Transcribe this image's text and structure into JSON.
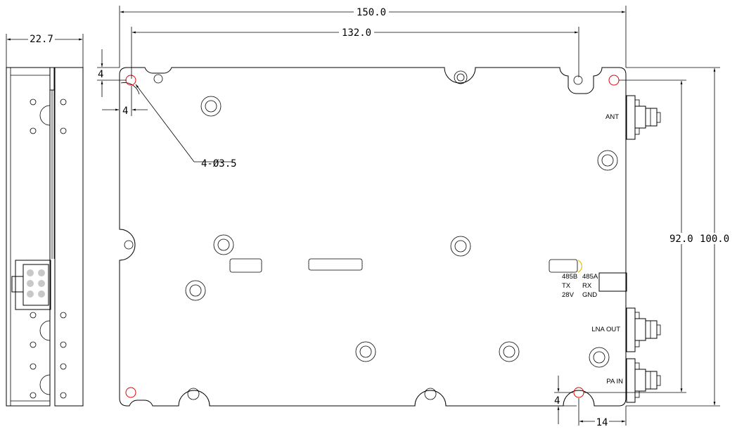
{
  "dimensions": {
    "side_width": "22.7",
    "overall_width": "150.0",
    "hole_spacing_x": "132.0",
    "overall_height": "100.0",
    "hole_spacing_y": "92.0",
    "edge_offset_top": "4",
    "edge_offset_left": "4",
    "edge_offset_bottom": "4",
    "hole_from_right": "14",
    "hole_callout": "4-Ø3.5"
  },
  "connectors": {
    "ant": "ANT",
    "lna_out": "LNA OUT",
    "pa_in": "PA IN"
  },
  "pinout": {
    "row1_left": "485B",
    "row1_right": "485A",
    "row2_left": "TX",
    "row2_right": "RX",
    "row3_left": "28V",
    "row3_right": "GND"
  },
  "colors": {
    "lines": "#000000",
    "mounting_holes": "#e00000",
    "connector_pins": "#c8c8c8"
  }
}
